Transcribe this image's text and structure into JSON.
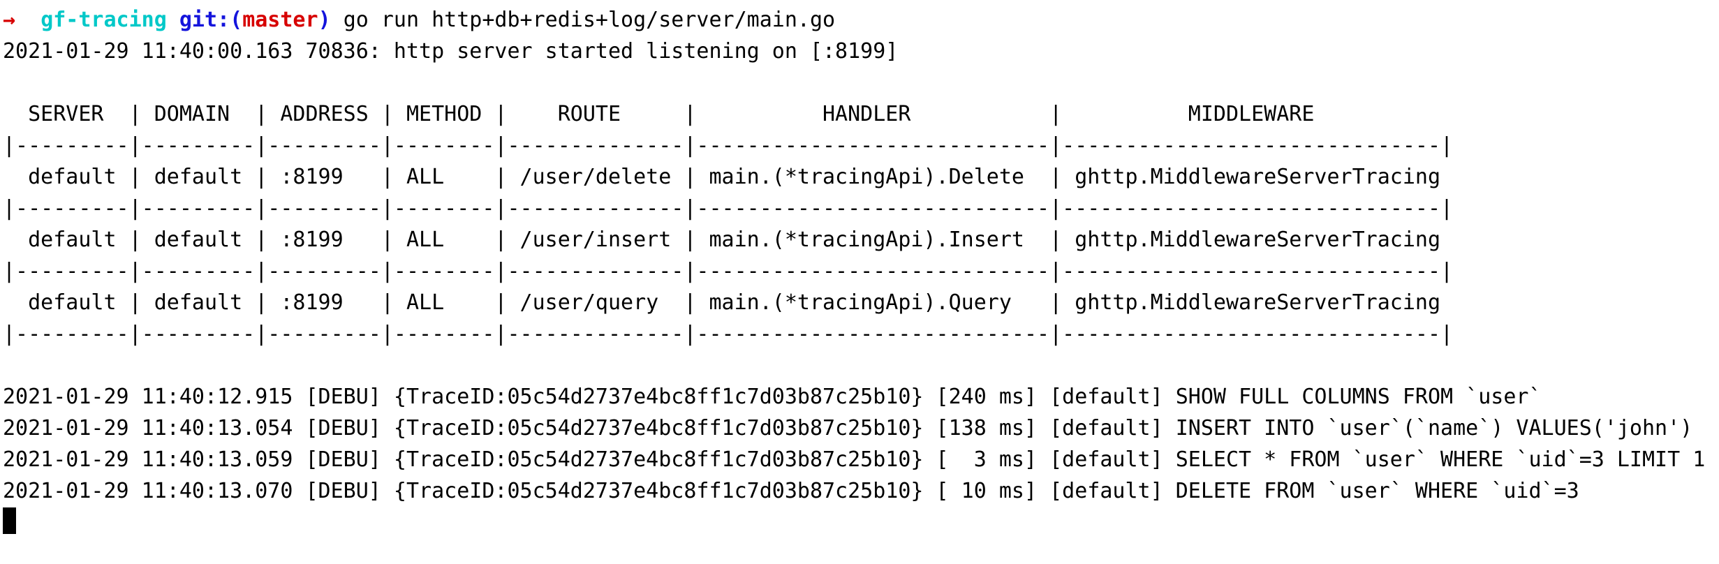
{
  "terminal": {
    "prompt": {
      "arrow": "→",
      "gap1": "  ",
      "repo": "gf-tracing",
      "gap2": " ",
      "git_prefix": "git:(",
      "branch": "master",
      "git_suffix": ")",
      "gap3": " ",
      "command": "go run http+db+redis+log/server/main.go"
    },
    "startup_line": "2021-01-29 11:40:00.163 70836: http server started listening on [:8199]",
    "route_table": {
      "header": "  SERVER  | DOMAIN  | ADDRESS | METHOD |    ROUTE     |          HANDLER           |          MIDDLEWARE          ",
      "separator": "|---------|---------|---------|--------|--------------|----------------------------|------------------------------|",
      "rows": [
        "  default | default | :8199   | ALL    | /user/delete | main.(*tracingApi).Delete  | ghttp.MiddlewareServerTracing ",
        "  default | default | :8199   | ALL    | /user/insert | main.(*tracingApi).Insert  | ghttp.MiddlewareServerTracing ",
        "  default | default | :8199   | ALL    | /user/query  | main.(*tracingApi).Query   | ghttp.MiddlewareServerTracing "
      ],
      "columns": [
        "SERVER",
        "DOMAIN",
        "ADDRESS",
        "METHOD",
        "ROUTE",
        "HANDLER",
        "MIDDLEWARE"
      ],
      "records": [
        {
          "server": "default",
          "domain": "default",
          "address": ":8199",
          "method": "ALL",
          "route": "/user/delete",
          "handler": "main.(*tracingApi).Delete",
          "middleware": "ghttp.MiddlewareServerTracing"
        },
        {
          "server": "default",
          "domain": "default",
          "address": ":8199",
          "method": "ALL",
          "route": "/user/insert",
          "handler": "main.(*tracingApi).Insert",
          "middleware": "ghttp.MiddlewareServerTracing"
        },
        {
          "server": "default",
          "domain": "default",
          "address": ":8199",
          "method": "ALL",
          "route": "/user/query",
          "handler": "main.(*tracingApi).Query",
          "middleware": "ghttp.MiddlewareServerTracing"
        }
      ]
    },
    "log_lines": [
      "2021-01-29 11:40:12.915 [DEBU] {TraceID:05c54d2737e4bc8ff1c7d03b87c25b10} [240 ms] [default] SHOW FULL COLUMNS FROM `user`",
      "2021-01-29 11:40:13.054 [DEBU] {TraceID:05c54d2737e4bc8ff1c7d03b87c25b10} [138 ms] [default] INSERT INTO `user`(`name`) VALUES('john')",
      "2021-01-29 11:40:13.059 [DEBU] {TraceID:05c54d2737e4bc8ff1c7d03b87c25b10} [  3 ms] [default] SELECT * FROM `user` WHERE `uid`=3 LIMIT 1",
      "2021-01-29 11:40:13.070 [DEBU] {TraceID:05c54d2737e4bc8ff1c7d03b87c25b10} [ 10 ms] [default] DELETE FROM `user` WHERE `uid`=3"
    ],
    "colors": {
      "background": "#ffffff",
      "foreground": "#000000",
      "arrow": "#d70000",
      "repo": "#00c8c8",
      "git_paren": "#1414dc",
      "branch": "#d70000",
      "cursor": "#000000"
    }
  }
}
